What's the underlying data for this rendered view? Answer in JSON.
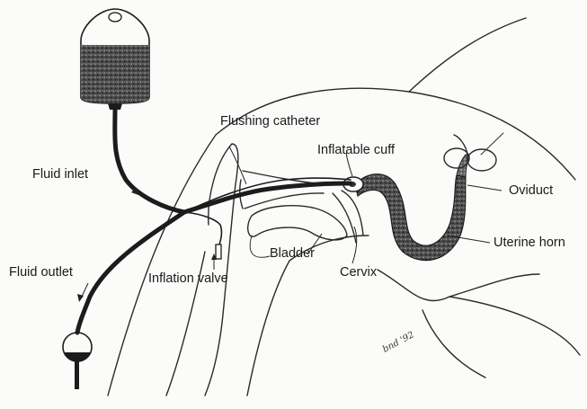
{
  "labels": {
    "flushing_catheter": "Flushing catheter",
    "inflatable_cuff": "Inflatable cuff",
    "fluid_inlet": "Fluid inlet",
    "oviduct": "Oviduct",
    "uterine_horn": "Uterine horn",
    "bladder": "Bladder",
    "cervix": "Cervix",
    "fluid_outlet": "Fluid outlet",
    "inflation_valve": "Inflation valve"
  },
  "signature": "bnd '92",
  "colors": {
    "ink": "#1c1c1c",
    "paper": "#fbfbf9",
    "stipple": "#3a3a3a"
  }
}
